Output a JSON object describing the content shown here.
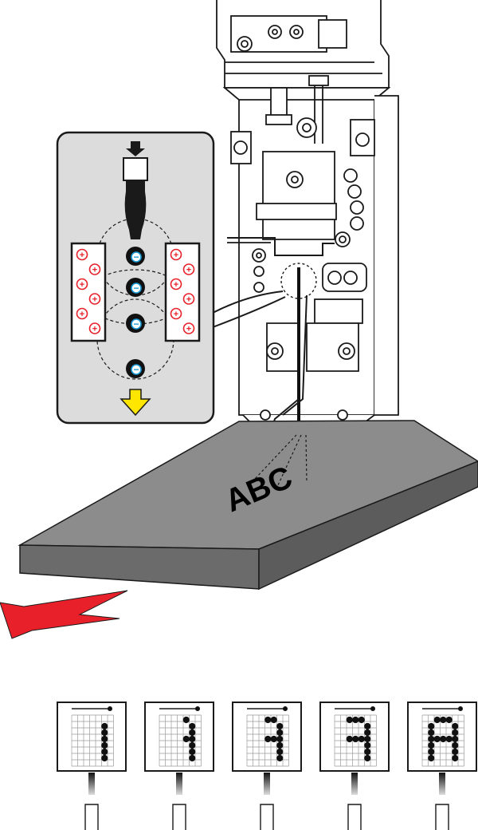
{
  "printed_text": "ABC",
  "colors": {
    "substrate_top": "#8c8c8c",
    "substrate_side": "#6b6b6b",
    "inset_background": "#dcdcdc",
    "positive_charge": "#e8202a",
    "negative_charge": "#1a9ad6",
    "drop_arrow": "#ffe600",
    "motion_arrow": "#e8202a",
    "machine_outline": "#1a1a1a",
    "machine_fill": "#ffffff",
    "ink_stream": "#111111"
  },
  "charge_symbols": {
    "positive": "+",
    "negative": "−"
  },
  "icons": {
    "print_head": "inkjet-print-head-icon",
    "motion": "substrate-motion-arrow-icon",
    "drop_direction": "down-arrow-icon"
  },
  "dot_matrix_steps": [
    {
      "step": 1,
      "dots": [
        [
          5,
          1
        ],
        [
          5,
          2
        ],
        [
          5,
          3
        ],
        [
          5,
          4
        ],
        [
          5,
          5
        ],
        [
          5,
          6
        ]
      ]
    },
    {
      "step": 2,
      "dots": [
        [
          5,
          1
        ],
        [
          5,
          2
        ],
        [
          5,
          3
        ],
        [
          5,
          4
        ],
        [
          5,
          5
        ],
        [
          5,
          6
        ],
        [
          4,
          0
        ],
        [
          4,
          3
        ]
      ]
    },
    {
      "step": 3,
      "dots": [
        [
          5,
          1
        ],
        [
          5,
          2
        ],
        [
          5,
          3
        ],
        [
          5,
          4
        ],
        [
          5,
          5
        ],
        [
          5,
          6
        ],
        [
          4,
          0
        ],
        [
          4,
          3
        ],
        [
          3,
          0
        ],
        [
          3,
          3
        ]
      ]
    },
    {
      "step": 4,
      "dots": [
        [
          5,
          1
        ],
        [
          5,
          2
        ],
        [
          5,
          3
        ],
        [
          5,
          4
        ],
        [
          5,
          5
        ],
        [
          5,
          6
        ],
        [
          4,
          0
        ],
        [
          4,
          3
        ],
        [
          3,
          0
        ],
        [
          3,
          3
        ],
        [
          2,
          0
        ],
        [
          2,
          3
        ]
      ]
    },
    {
      "step": 5,
      "dots": [
        [
          5,
          1
        ],
        [
          5,
          2
        ],
        [
          5,
          3
        ],
        [
          5,
          4
        ],
        [
          5,
          5
        ],
        [
          5,
          6
        ],
        [
          4,
          0
        ],
        [
          4,
          3
        ],
        [
          3,
          0
        ],
        [
          3,
          3
        ],
        [
          2,
          0
        ],
        [
          2,
          3
        ],
        [
          1,
          1
        ],
        [
          1,
          2
        ],
        [
          1,
          3
        ],
        [
          1,
          4
        ],
        [
          1,
          5
        ],
        [
          1,
          6
        ]
      ]
    }
  ]
}
